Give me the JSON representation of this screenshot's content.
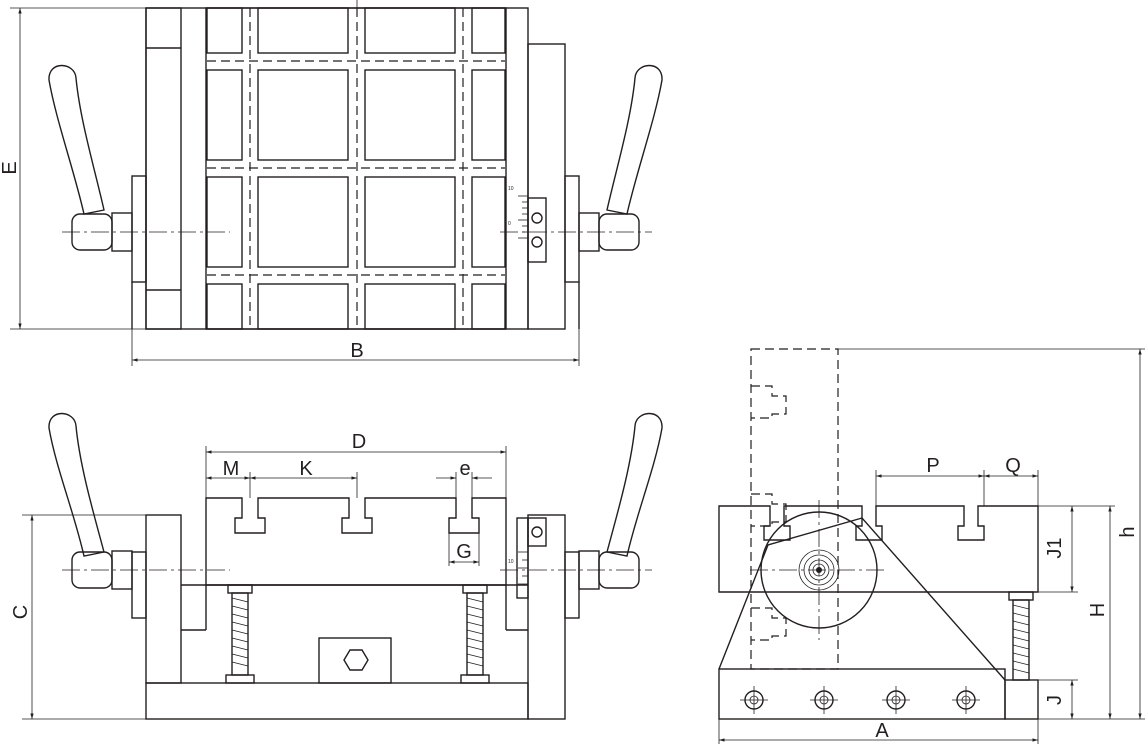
{
  "labels": {
    "E": "E",
    "B": "B",
    "C": "C",
    "D": "D",
    "M": "M",
    "K": "K",
    "e": "e",
    "G": "G",
    "P": "P",
    "Q": "Q",
    "J1": "J1",
    "H": "H",
    "h": "h",
    "J": "J",
    "A": "A"
  },
  "scale_marks": [
    "10",
    "0",
    "10"
  ]
}
